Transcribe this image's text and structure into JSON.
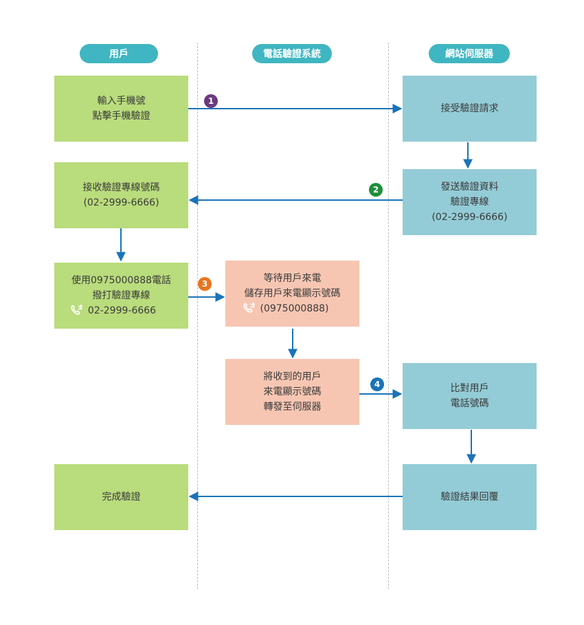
{
  "lanes": {
    "user": "用戶",
    "phone_system": "電話驗證系統",
    "server": "網站伺服器"
  },
  "boxes": {
    "user_input": [
      "輸入手機號",
      "點擊手機驗證"
    ],
    "server_accept": [
      "接受驗證請求"
    ],
    "user_receive": [
      "接收驗證專線號碼",
      "(02-2999-6666)"
    ],
    "server_send": [
      "發送驗證資料",
      "驗證專線",
      "(02-2999-6666)"
    ],
    "user_dial": [
      "使用0975000888電話",
      "撥打驗證專線",
      "02-2999-6666"
    ],
    "system_wait": [
      "等待用戶來電",
      "儲存用戶來電顯示號碼",
      "(0975000888)"
    ],
    "system_forward": [
      "將收到的用戶",
      "來電顯示號碼",
      "轉發至伺服器"
    ],
    "server_compare": [
      "比對用戶",
      "電話號碼"
    ],
    "user_complete": [
      "完成驗證"
    ],
    "server_reply": [
      "驗證結果回覆"
    ]
  },
  "steps": [
    "1",
    "2",
    "3",
    "4"
  ],
  "colors": {
    "lane_header": "#3fb6c1",
    "user_box": "#b9dc7c",
    "server_box": "#93ccd6",
    "system_box": "#f7c6b2",
    "arrow": "#1a73b8",
    "step1": "#6c3a7e",
    "step2": "#1e8f3a",
    "step3": "#e8751e",
    "step4": "#1a73b8"
  },
  "icons": {
    "phone": "phone-call-icon"
  }
}
